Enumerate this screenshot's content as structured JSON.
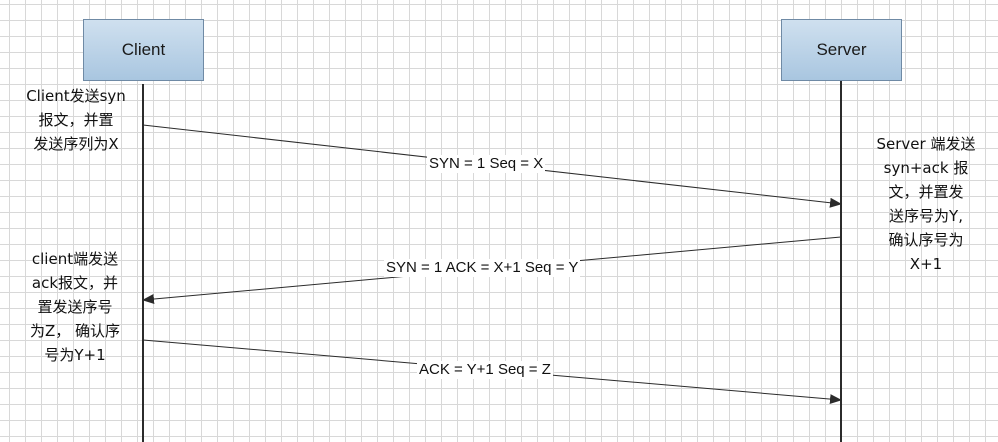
{
  "actors": {
    "client": "Client",
    "server": "Server"
  },
  "messages": [
    {
      "label": "SYN = 1  Seq = X"
    },
    {
      "label": "SYN = 1  ACK = X+1 Seq = Y"
    },
    {
      "label": "ACK = Y+1  Seq = Z"
    }
  ],
  "notes": {
    "client_syn": [
      "Client发送syn",
      "报文，并置",
      "发送序列为X"
    ],
    "server_synack": [
      "Server 端发送",
      "syn+ack 报",
      "文，并置发",
      "送序号为Y,",
      "确认序号为",
      "X+1"
    ],
    "client_ack": [
      "client端发送",
      "ack报文，并",
      "置发送序号",
      "为Z， 确认序",
      "号为Y+1"
    ]
  },
  "colors": {
    "actor_fill": "#b8d0e6",
    "actor_border": "#6f8aa5",
    "line": "#2b2b2b",
    "grid": "#d8d8d8"
  }
}
